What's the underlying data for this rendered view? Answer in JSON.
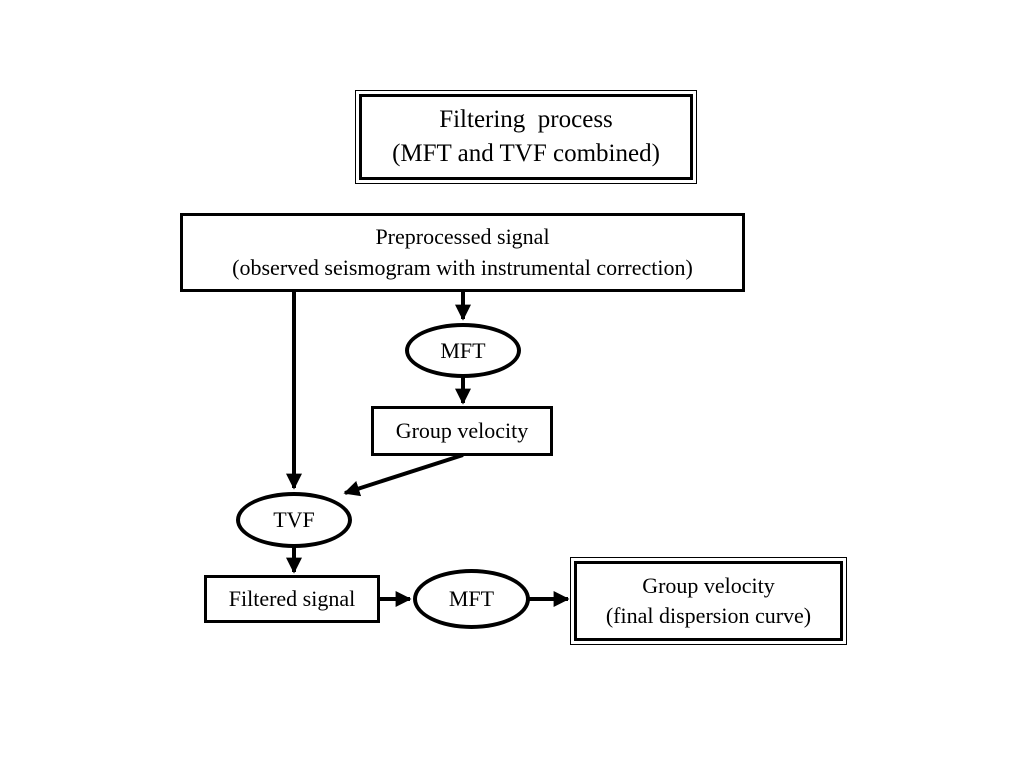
{
  "title_box": {
    "line1": "Filtering  process",
    "line2": "(MFT and TVF combined)"
  },
  "nodes": {
    "preprocessed": {
      "line1": "Preprocessed signal",
      "line2": "(observed seismogram with instrumental correction)"
    },
    "mft_top": "MFT",
    "group_velocity": "Group velocity",
    "tvf": "TVF",
    "filtered_signal": "Filtered signal",
    "mft_bottom": "MFT",
    "final": {
      "line1": "Group velocity",
      "line2": "(final dispersion curve)"
    }
  },
  "edges": [
    {
      "from": "preprocessed",
      "to": "mft_top"
    },
    {
      "from": "mft_top",
      "to": "group_velocity"
    },
    {
      "from": "preprocessed",
      "to": "tvf"
    },
    {
      "from": "group_velocity",
      "to": "tvf"
    },
    {
      "from": "tvf",
      "to": "filtered_signal"
    },
    {
      "from": "filtered_signal",
      "to": "mft_bottom"
    },
    {
      "from": "mft_bottom",
      "to": "final"
    }
  ]
}
